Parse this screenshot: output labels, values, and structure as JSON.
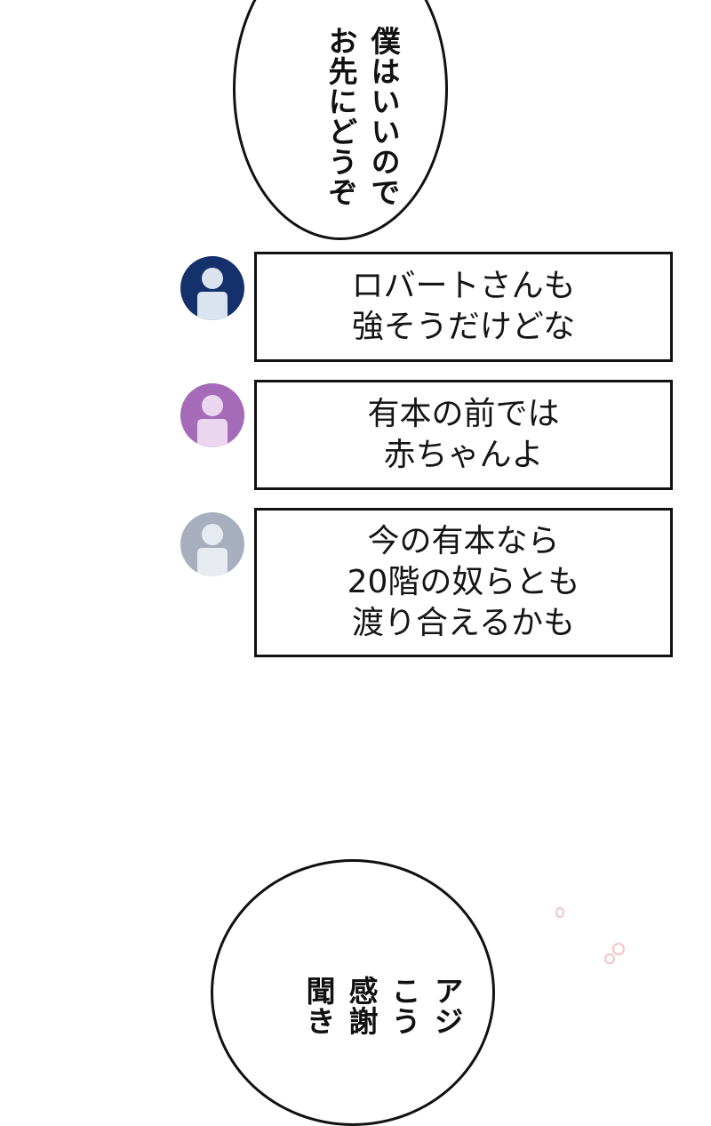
{
  "top_bubble": {
    "columns": [
      "僕はいいので",
      "お先にどうぞ"
    ]
  },
  "chat": [
    {
      "avatar_color": "#15316b",
      "avatar_figure": "#dbe3ee",
      "text": "ロバートさんも\n強そうだけどな"
    },
    {
      "avatar_color": "#a56bb8",
      "avatar_figure": "#ead7ef",
      "text": "有本の前では\n赤ちゃんよ"
    },
    {
      "avatar_color": "#a7afbe",
      "avatar_figure": "#e7ebf1",
      "text": "今の有本なら\n20階の奴らとも\n渡り合えるかも"
    }
  ],
  "bottom_bubble": {
    "columns": [
      "アジ",
      "こう",
      "感謝",
      "聞き"
    ]
  },
  "icons": {
    "avatar": "user-silhouette-icon"
  }
}
